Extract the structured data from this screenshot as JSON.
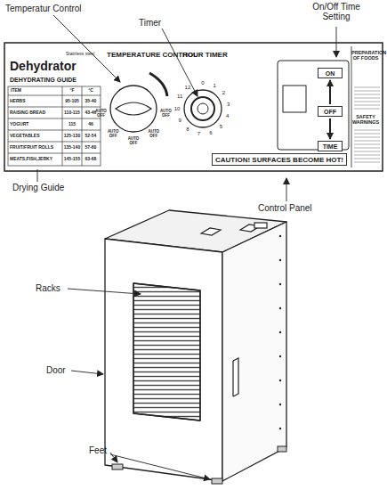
{
  "diagram": {
    "nodes": [
      {
        "text": [
          "ON"
        ]
      },
      {
        "text": [
          "OFF"
        ]
      },
      {
        "text": [
          "TIME"
        ]
      },
      {
        "text": [
          "CAUTION! SURFACES BECOME HOT!"
        ]
      }
    ],
    "edges": [
      {
        "from": 1,
        "to": 0,
        "arrow": "to"
      },
      {
        "from": 1,
        "to": 2,
        "arrow": "to"
      }
    ],
    "labels": [
      "Temperatur Control",
      "Timer",
      "On/Off Time Setting",
      "Drying Guide",
      "Control Panel",
      "Racks",
      "Door",
      "Feet",
      "Dehydrator",
      "Stainless steel",
      "DEHYDRATING GUIDE",
      "ITEM",
      "°F",
      "°C",
      "HERBS",
      "95-105",
      "35-40",
      "RAISING BREAD",
      "110-115",
      "43-46",
      "YOGURT",
      "115",
      "46",
      "VEGETABLES",
      "125-130",
      "52-54",
      "FRUIT/FRUIT ROLLS",
      "135-140",
      "57-60",
      "MEATS,FISH,JERKY",
      "145-155",
      "63-68",
      "TEMPERATURE CONTROL",
      "HOUR TIMER",
      "PREPARATION OF FOODS",
      "SAFETY WARNINGS",
      "AUTO OFF",
      "AUTO OFF",
      "AUTO OFF",
      "AUTO OFF",
      "AUTO OFF",
      "0",
      "1",
      "2",
      "3",
      "4",
      "5",
      "6",
      "7",
      "8",
      "9",
      "10",
      "11",
      "12"
    ]
  }
}
